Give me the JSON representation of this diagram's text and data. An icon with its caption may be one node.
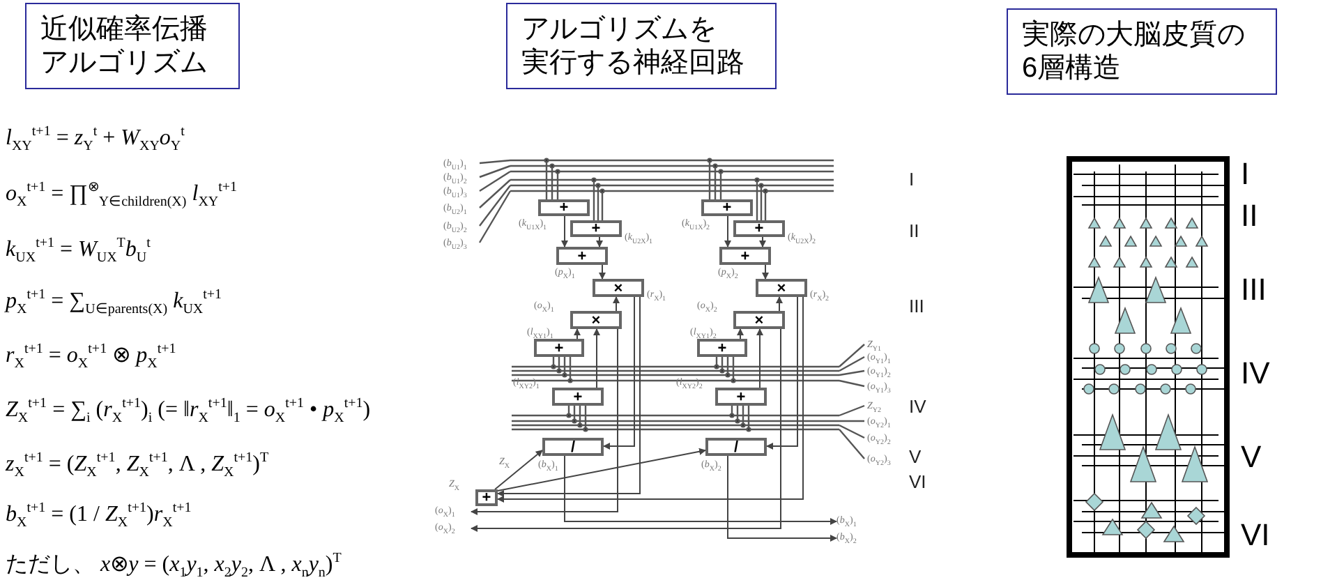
{
  "diagram": {
    "nodes": [
      {
        "text": [
          "近似確率伝播アルゴリズム"
        ]
      },
      {
        "text": [
          "アルゴリズムを実行する神経回路"
        ]
      },
      {
        "text": [
          "実際の大脳皮質の6層構造"
        ]
      },
      {
        "text": [
          "+"
        ],
        "beside": [
          "(*k*$_{U1X}$)$_{1}$"
        ]
      },
      {
        "text": [
          "+"
        ],
        "beside": [
          "(*k*$_{U2X}$)$_{1}$"
        ]
      },
      {
        "text": [
          "+"
        ],
        "beside": [
          "(*p*$_{X}$)$_{1}$"
        ]
      },
      {
        "text": [
          "×"
        ],
        "beside": [
          "(*r*$_{X}$)$_{1}$"
        ]
      },
      {
        "text": [
          "×"
        ],
        "beside": [
          "(*o*$_{X}$)$_{1}$"
        ]
      },
      {
        "text": [
          "+"
        ],
        "beside": [
          "(*l*$_{XY1}$)$_{1}$"
        ]
      },
      {
        "text": [
          "+"
        ],
        "beside": [
          "(*l*$_{XY2}$)$_{1}$"
        ]
      },
      {
        "text": [
          "/"
        ],
        "beside": [
          "(*b*$_{X}$)$_{1}$"
        ]
      },
      {
        "text": [
          "+"
        ],
        "beside": [
          "(*k*$_{U1X}$)$_{2}$"
        ]
      },
      {
        "text": [
          "+"
        ],
        "beside": [
          "(*k*$_{U2X}$)$_{2}$"
        ]
      },
      {
        "text": [
          "+"
        ],
        "beside": [
          "(*p*$_{X}$)$_{2}$"
        ]
      },
      {
        "text": [
          "×"
        ],
        "beside": [
          "(*r*$_{X}$)$_{2}$"
        ]
      },
      {
        "text": [
          "×"
        ],
        "beside": [
          "(*o*$_{X}$)$_{2}$"
        ]
      },
      {
        "text": [
          "+"
        ],
        "beside": [
          "(*l*$_{XY1}$)$_{2}$"
        ]
      },
      {
        "text": [
          "+"
        ],
        "beside": [
          "(*l*$_{XY2}$)$_{2}$"
        ]
      },
      {
        "text": [
          "/"
        ],
        "beside": [
          "(*b*$_{X}$)$_{2}$"
        ]
      },
      {
        "text": [
          "+"
        ],
        "beside": [
          "*Z*$_{X}$"
        ]
      },
      {
        "text": [
          "(*o*$_{X}$)$_{1}$"
        ]
      },
      {
        "text": [
          "(*o*$_{X}$)$_{2}$"
        ]
      },
      {
        "text": [
          "(*b*$_{X}$)$_{1}$"
        ]
      },
      {
        "text": [
          "(*b*$_{X}$)$_{2}$"
        ]
      }
    ],
    "edges": [
      {
        "from": 3,
        "to": 5,
        "arrow": "to"
      },
      {
        "from": 4,
        "to": 5,
        "arrow": "to"
      },
      {
        "from": 5,
        "to": 6,
        "arrow": "to"
      },
      {
        "from": 7,
        "to": 6,
        "arrow": "to"
      },
      {
        "from": 8,
        "to": 7,
        "arrow": "to"
      },
      {
        "from": 9,
        "to": 7,
        "arrow": "to"
      },
      {
        "from": 6,
        "to": 10,
        "arrow": "to"
      },
      {
        "from": 6,
        "to": 19,
        "arrow": "to"
      },
      {
        "from": 7,
        "to": 20,
        "arrow": "to"
      },
      {
        "from": 10,
        "to": 22,
        "arrow": "to"
      },
      {
        "from": 11,
        "to": 13,
        "arrow": "to"
      },
      {
        "from": 12,
        "to": 13,
        "arrow": "to"
      },
      {
        "from": 13,
        "to": 14,
        "arrow": "to"
      },
      {
        "from": 15,
        "to": 14,
        "arrow": "to"
      },
      {
        "from": 16,
        "to": 15,
        "arrow": "to"
      },
      {
        "from": 17,
        "to": 15,
        "arrow": "to"
      },
      {
        "from": 14,
        "to": 18,
        "arrow": "to"
      },
      {
        "from": 14,
        "to": 19,
        "arrow": "to"
      },
      {
        "from": 15,
        "to": 21,
        "arrow": "to"
      },
      {
        "from": 18,
        "to": 23,
        "arrow": "to"
      },
      {
        "from": 19,
        "to": 10,
        "arrow": "to",
        "label": "*Z*$_{X}$"
      },
      {
        "from": 19,
        "to": 18,
        "arrow": "to"
      }
    ],
    "labels": [
      "*l*$_{XY}$$^{t+1}$ = *z*$_{Y}$$^{t}$ + *W*$_{XY}$*o*$_{Y}$$^{t}$",
      "*o*$_{X}$$^{t+1}$ = ∏$^{⊗}$$_{Y∈children(X)}$ *l*$_{XY}$$^{t+1}$",
      "*k*$_{UX}$$^{t+1}$ = *W*$_{UX}$$^{T}$*b*$_{U}$$^{t}$",
      "*p*$_{X}$$^{t+1}$ = ∑$_{U∈parents(X)}$ *k*$_{UX}$$^{t+1}$",
      "*r*$_{X}$$^{t+1}$ = *o*$_{X}$$^{t+1}$ ⊗ *p*$_{X}$$^{t+1}$",
      "*Z*$_{X}$$^{t+1}$ = ∑$_{i}$ (*r*$_{X}$$^{t+1}$)$_{i}$ (= ‖*r*$_{X}$$^{t+1}$‖$_{1}$ = *o*$_{X}$$^{t+1}$ • *p*$_{X}$$^{t+1}$)",
      "*z*$_{X}$$^{t+1}$ = (*Z*$_{X}$$^{t+1}$, *Z*$_{X}$$^{t+1}$, Λ , *Z*$_{X}$$^{t+1}$)$^{T}$",
      "*b*$_{X}$$^{t+1}$ = (1 / *Z*$_{X}$$^{t+1}$)*r*$_{X}$$^{t+1}$",
      "ただし、 *x*⊗*y* = (*x*$_{1}$*y*$_{1}$, *x*$_{2}$*y*$_{2}$, Λ , *x*$_{n}$*y*$_{n}$)$^{T}$",
      "(*b*$_{U1}$)$_{1}$",
      "(*b*$_{U1}$)$_{2}$",
      "(*b*$_{U1}$)$_{3}$",
      "(*b*$_{U2}$)$_{1}$",
      "(*b*$_{U2}$)$_{2}$",
      "(*b*$_{U2}$)$_{3}$",
      "*Z*$_{Y1}$",
      "(*o*$_{Y1}$)$_{1}$",
      "(*o*$_{Y1}$)$_{2}$",
      "(*o*$_{Y1}$)$_{3}$",
      "*Z*$_{Y2}$",
      "(*o*$_{Y2}$)$_{1}$",
      "(*o*$_{Y2}$)$_{2}$",
      "(*o*$_{Y2}$)$_{3}$",
      "I",
      "II",
      "III",
      "IV",
      "V",
      "VI",
      "I",
      "II",
      "III",
      "IV",
      "V",
      "VI"
    ]
  }
}
